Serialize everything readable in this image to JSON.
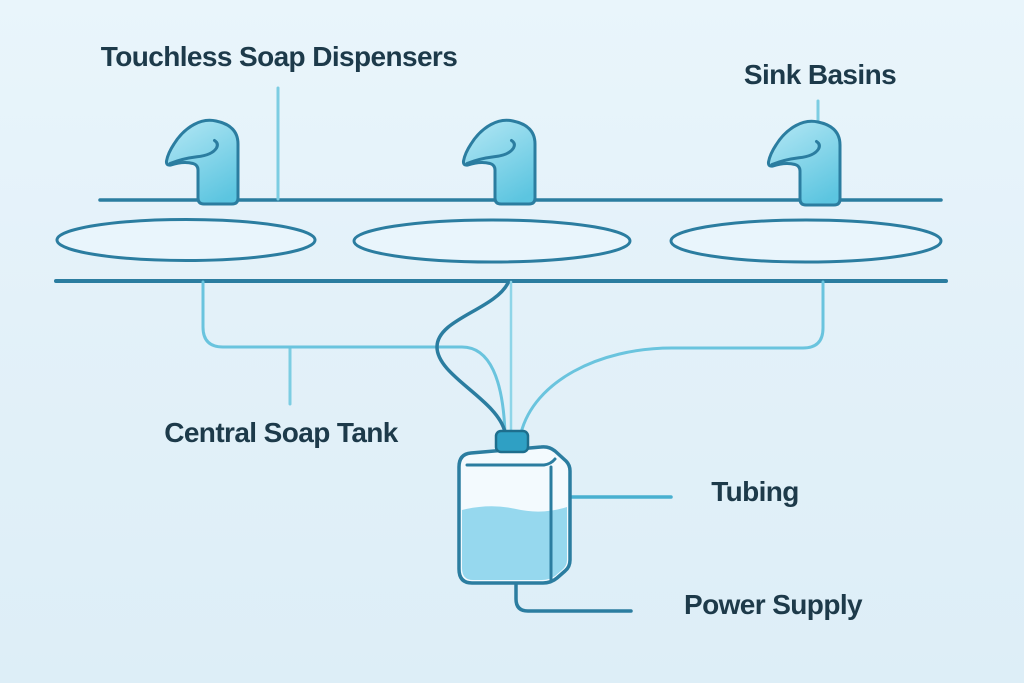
{
  "labels": {
    "touchless_dispensers": "Touchless Soap Dispensers",
    "sink_basins": "Sink Basins",
    "central_soap_tank": "Central Soap Tank",
    "tubing": "Tubing",
    "power_supply": "Power Supply"
  },
  "diagram": {
    "type": "soap-dispenser-system-diagram",
    "dispenser_count": 3,
    "basin_count": 3,
    "components": [
      {
        "icon": "soap-dispenser-icon",
        "label": "Touchless Soap Dispensers",
        "count": 3
      },
      {
        "icon": "sink-basin-shape",
        "label": "Sink Basins",
        "count": 3
      },
      {
        "icon": "soap-tank-shape",
        "label": "Central Soap Tank",
        "count": 1
      },
      {
        "icon": "tube-line",
        "label": "Tubing",
        "count": 3
      },
      {
        "icon": "power-cord-line",
        "label": "Power Supply",
        "count": 1
      }
    ]
  },
  "colors": {
    "background": "#e3f1f9",
    "outline": "#2b7da0",
    "text": "#1d3a4a",
    "dispenser_fill": "#5cc5e0",
    "dispenser_fill_light": "#aee5f3",
    "basin_fill": "#e9f5fc",
    "tube": "#6ac4de",
    "tube_mid": "#8ed5e8",
    "leader": "#7ccde2",
    "tubing_leader": "#49b0d0",
    "tank_fill": "#f3fafe",
    "tank_liquid": "#96d8ee",
    "tank_cap": "#2fa0c4",
    "tank_cap_outline": "#1e6e8d"
  }
}
